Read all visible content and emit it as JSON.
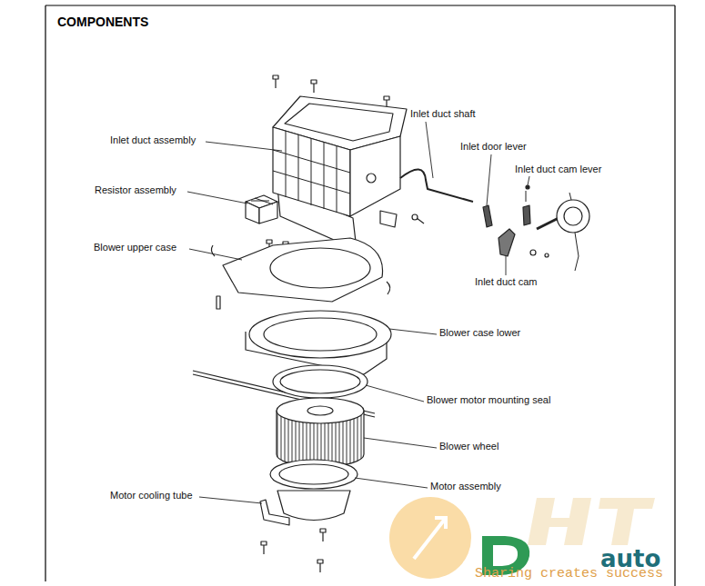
{
  "diagram": {
    "title": "COMPONENTS",
    "labels": [
      "Inlet duct shaft",
      "Inlet duct assembly",
      "Inlet door lever",
      "Inlet duct cam lever",
      "Resistor assembly",
      "Blower upper case",
      "Inlet duct cam",
      "Blower case lower",
      "Blower motor mounting seal",
      "Blower wheel",
      "Motor assembly",
      "Motor cooling tube",
      "auto",
      "Sharing creates success"
    ]
  }
}
